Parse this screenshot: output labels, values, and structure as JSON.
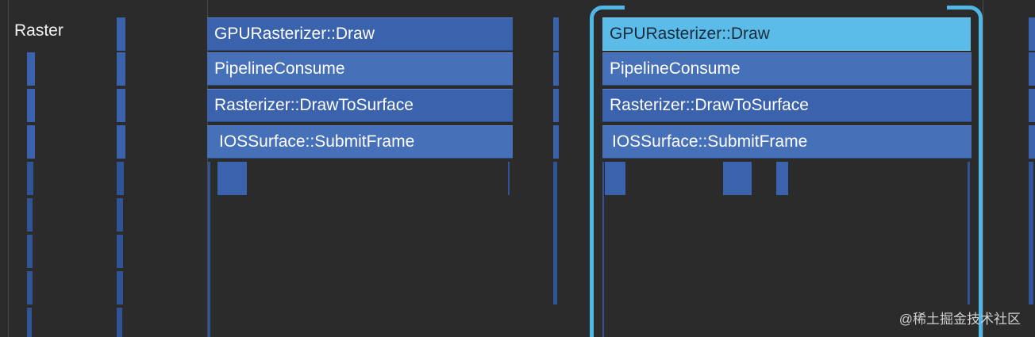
{
  "track": {
    "label": "Raster"
  },
  "frame_left": {
    "slices": [
      "GPURasterizer::Draw",
      "PipelineConsume",
      "Rasterizer::DrawToSurface",
      "IOSSurface::SubmitFrame"
    ]
  },
  "frame_right": {
    "slices": [
      "GPURasterizer::Draw",
      "PipelineConsume",
      "Rasterizer::DrawToSurface",
      "IOSSurface::SubmitFrame"
    ],
    "selected_index": 0
  },
  "watermark": "@稀土掘金技术社区",
  "colors": {
    "slice": "#3a62ad",
    "selected": "#5bbcea",
    "bracket": "#4fb6e6",
    "background": "#2b2b2b"
  }
}
